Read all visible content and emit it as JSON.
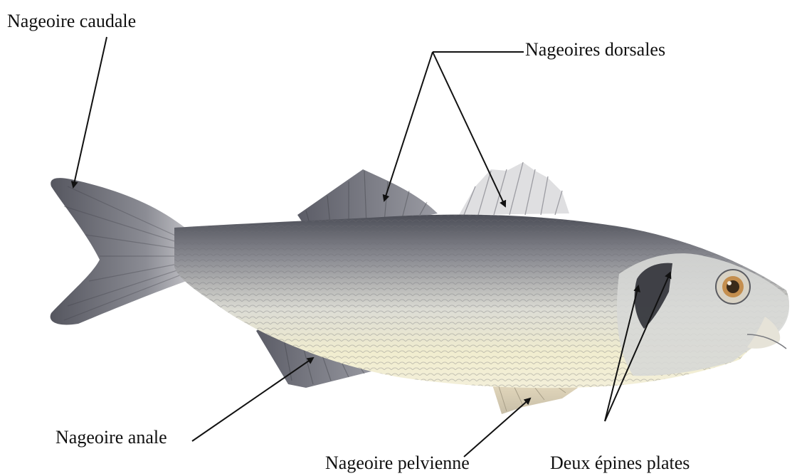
{
  "labels": {
    "caudale": "Nageoire caudale",
    "dorsales": "Nageoires dorsales",
    "anale": "Nageoire anale",
    "pelvienne": "Nageoire pelvienne",
    "epines": "Deux épines plates"
  },
  "colors": {
    "text": "#111111",
    "arrow": "#111111",
    "fin": "#6e6e78",
    "body_top": "#55575f",
    "body_belly": "#eeeacd"
  }
}
